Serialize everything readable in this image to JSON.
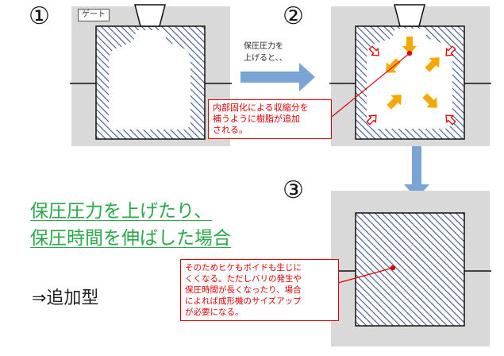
{
  "steps": [
    {
      "number": "①",
      "gate_label": "ゲート"
    },
    {
      "number": "②",
      "arrow_note_lines": [
        "保圧圧力を",
        "上げると、、"
      ]
    },
    {
      "number": "③"
    }
  ],
  "callout_top": {
    "lines": [
      "内部固化による収縮分を",
      "補うように樹脂が追加",
      "される。"
    ]
  },
  "headline": {
    "lines": [
      "保圧圧力を上げたり、",
      "保圧時間を伸ばした場合"
    ]
  },
  "result_label": "⇒追加型",
  "callout_bottom": {
    "lines": [
      "そのためヒケもボイドも生じに",
      "くくなる。ただしバリの発生や",
      "保圧時間が長くなったり、場合",
      "によれば成形機のサイズアップ",
      "が必要になる。"
    ]
  },
  "colors": {
    "panel": "#d9d9d9",
    "hatch": "#3a5591",
    "flow_arrow": "#7aa3d6",
    "push_arrow": "#f5a800",
    "callout": "#e00000",
    "headline": "#2aa84a"
  }
}
